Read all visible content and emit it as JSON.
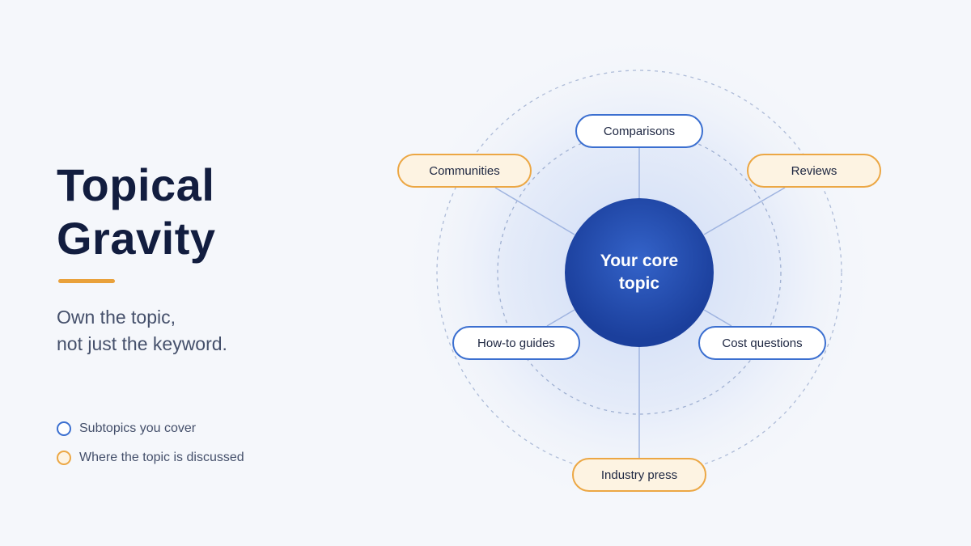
{
  "slide": {
    "title_line1": "Topical",
    "title_line2": "Gravity",
    "subtitle_line1": "Own the topic,",
    "subtitle_line2": "not just the keyword."
  },
  "legend": {
    "items": [
      {
        "label": "Subtopics you cover",
        "kind": "covered"
      },
      {
        "label": "Where the topic is discussed",
        "kind": "discussed"
      }
    ]
  },
  "diagram": {
    "core": {
      "line1": "Your core",
      "line2": "topic"
    },
    "nodes": [
      {
        "id": "comparisons",
        "label": "Comparisons",
        "kind": "covered"
      },
      {
        "id": "communities",
        "label": "Communities",
        "kind": "discussed"
      },
      {
        "id": "reviews",
        "label": "Reviews",
        "kind": "discussed"
      },
      {
        "id": "how-to-guides",
        "label": "How-to guides",
        "kind": "covered"
      },
      {
        "id": "cost-questions",
        "label": "Cost questions",
        "kind": "covered"
      },
      {
        "id": "industry-press",
        "label": "Industry press",
        "kind": "discussed"
      }
    ]
  },
  "colors": {
    "title": "#121d3f",
    "accent": "#e9a13b",
    "covered_stroke": "#3b6fd0",
    "discussed_stroke": "#eca744",
    "discussed_fill": "#fdf3e2",
    "core_fill": "#2048a8"
  }
}
